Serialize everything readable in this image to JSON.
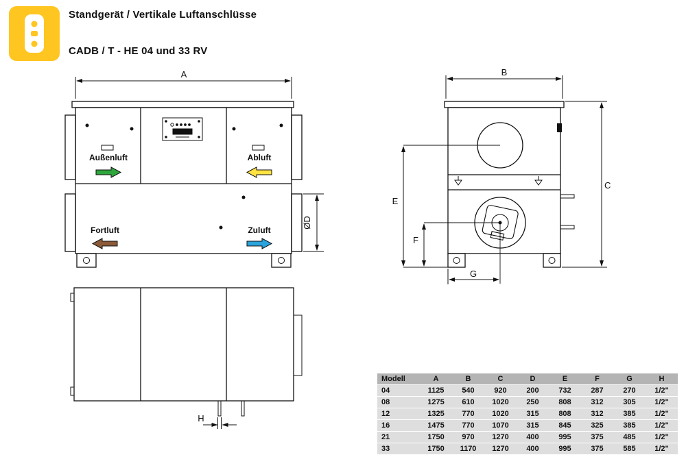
{
  "colors": {
    "brand": "#ffc520",
    "aussenluft": "#2fa63c",
    "abluft": "#ffe342",
    "fortluft": "#8c5a38",
    "zuluft": "#2ba3dc"
  },
  "header": {
    "title": "Standgerät / Vertikale Luftanschlüsse",
    "subtitle": "CADB / T - HE 04 und 33 RV"
  },
  "front_view": {
    "dim_a": "A",
    "dim_d": "ØD",
    "labels": {
      "aussenluft": "Außenluft",
      "abluft": "Abluft",
      "fortluft": "Fortluft",
      "zuluft": "Zuluft"
    }
  },
  "side_view": {
    "dim_b": "B",
    "dim_c": "C",
    "dim_e": "E",
    "dim_f": "F",
    "dim_g": "G"
  },
  "top_view": {
    "dim_h": "H"
  },
  "table": {
    "headers": [
      "Modell",
      "A",
      "B",
      "C",
      "D",
      "E",
      "F",
      "G",
      "H"
    ],
    "rows": [
      [
        "04",
        "1125",
        "540",
        "920",
        "200",
        "732",
        "287",
        "270",
        "1/2\""
      ],
      [
        "08",
        "1275",
        "610",
        "1020",
        "250",
        "808",
        "312",
        "305",
        "1/2\""
      ],
      [
        "12",
        "1325",
        "770",
        "1020",
        "315",
        "808",
        "312",
        "385",
        "1/2\""
      ],
      [
        "16",
        "1475",
        "770",
        "1070",
        "315",
        "845",
        "325",
        "385",
        "1/2\""
      ],
      [
        "21",
        "1750",
        "970",
        "1270",
        "400",
        "995",
        "375",
        "485",
        "1/2\""
      ],
      [
        "33",
        "1750",
        "1170",
        "1270",
        "400",
        "995",
        "375",
        "585",
        "1/2\""
      ]
    ]
  }
}
